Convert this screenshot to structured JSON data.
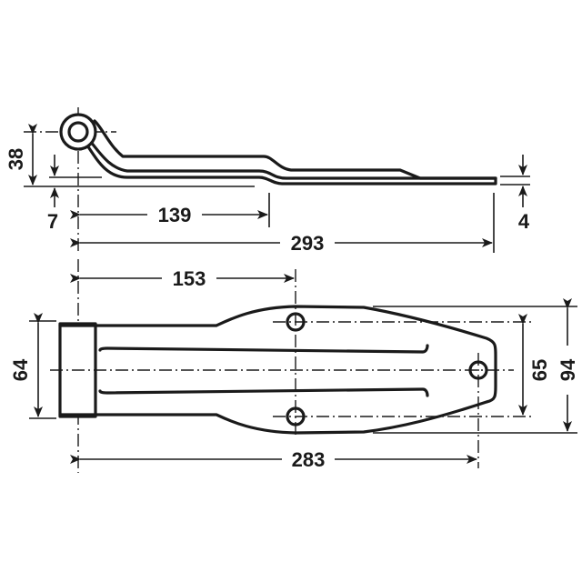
{
  "drawing": {
    "title": "Hinge technical drawing",
    "units": "mm",
    "colors": {
      "line": "#1a1a1a",
      "background": "#ffffff"
    }
  },
  "side_view": {
    "dimensions": {
      "height_total": "38",
      "offset_bottom": "7",
      "bend_distance": "139",
      "overall_length": "293",
      "thickness": "4"
    }
  },
  "top_view": {
    "dimensions": {
      "hole_distance": "153",
      "knuckle_width": "64",
      "hole_spacing": "65",
      "overall_width": "94",
      "end_hole_distance": "283"
    }
  }
}
